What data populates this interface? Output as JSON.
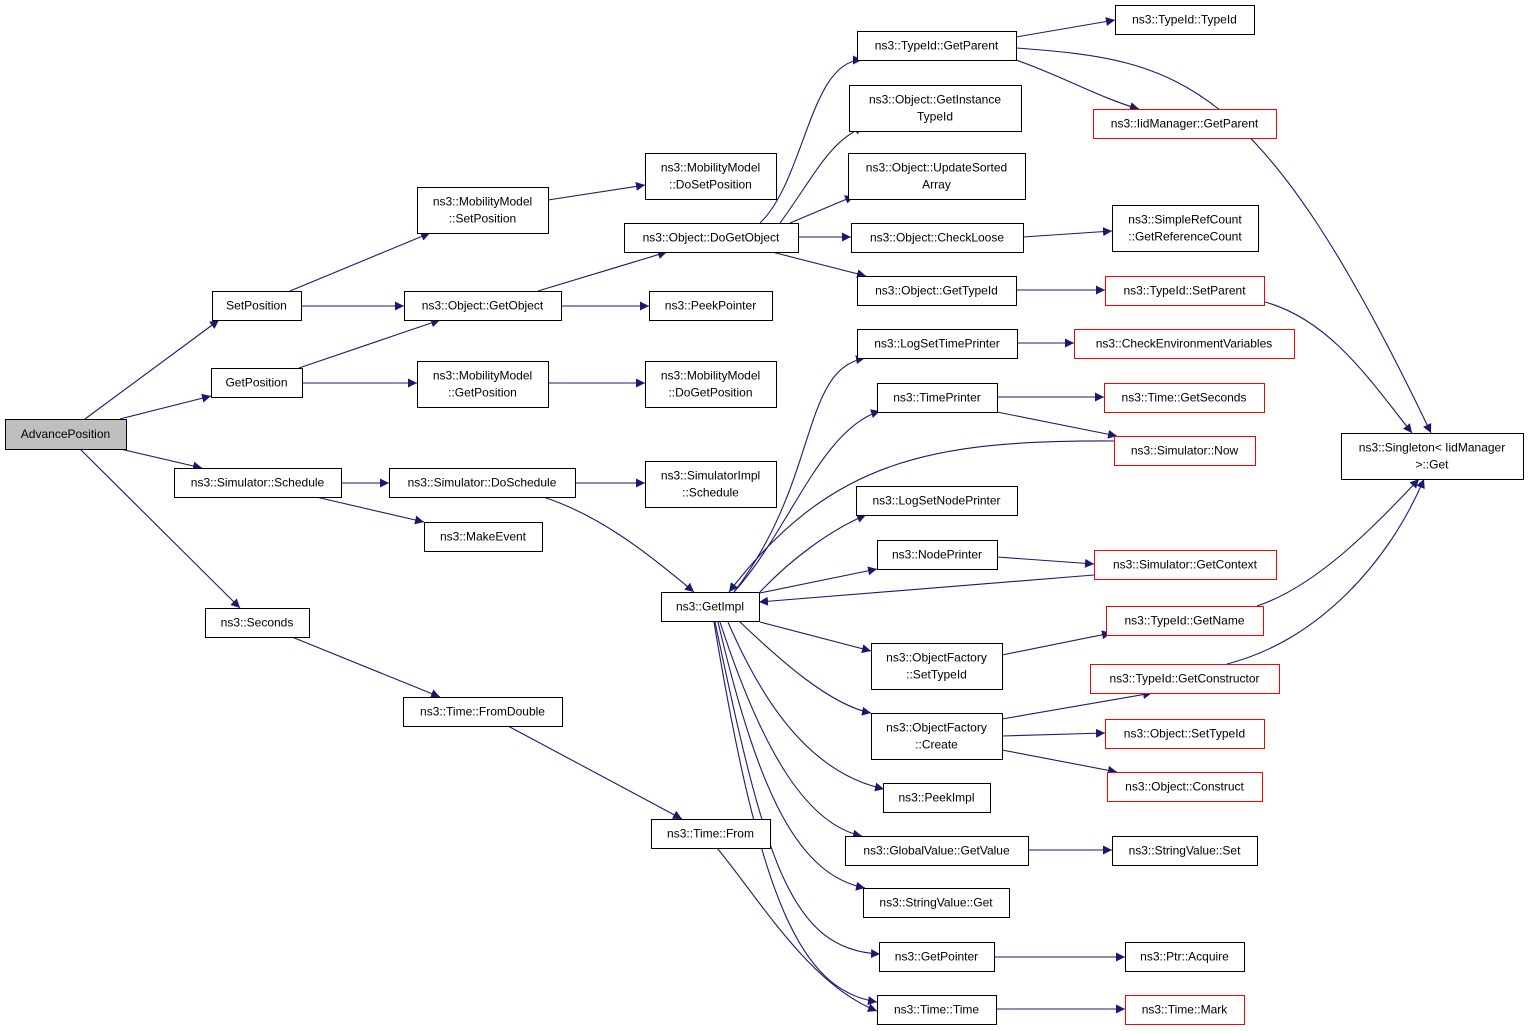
{
  "diagram": {
    "root": "AdvancePosition",
    "colors": {
      "edge": "#191970",
      "node_border": "#000000",
      "node_border_external": "#ff0000",
      "root_fill": "#bfbfbf",
      "node_fill": "#ffffff"
    },
    "nodes": [
      {
        "id": "advance",
        "lines": [
          "AdvancePosition"
        ],
        "kind": "root"
      },
      {
        "id": "setpos",
        "lines": [
          "SetPosition"
        ],
        "kind": "normal"
      },
      {
        "id": "getpos",
        "lines": [
          "GetPosition"
        ],
        "kind": "normal"
      },
      {
        "id": "sched",
        "lines": [
          "ns3::Simulator::Schedule"
        ],
        "kind": "normal"
      },
      {
        "id": "seconds",
        "lines": [
          "ns3::Seconds"
        ],
        "kind": "normal"
      },
      {
        "id": "mm_setpos",
        "lines": [
          "ns3::MobilityModel",
          "::SetPosition"
        ],
        "kind": "normal"
      },
      {
        "id": "obj_getobj",
        "lines": [
          "ns3::Object::GetObject"
        ],
        "kind": "normal"
      },
      {
        "id": "mm_getpos",
        "lines": [
          "ns3::MobilityModel",
          "::GetPosition"
        ],
        "kind": "normal"
      },
      {
        "id": "sim_dosched",
        "lines": [
          "ns3::Simulator::DoSchedule"
        ],
        "kind": "normal"
      },
      {
        "id": "makeevent",
        "lines": [
          "ns3::MakeEvent"
        ],
        "kind": "normal"
      },
      {
        "id": "fromdouble",
        "lines": [
          "ns3::Time::FromDouble"
        ],
        "kind": "normal"
      },
      {
        "id": "mm_dosetpos",
        "lines": [
          "ns3::MobilityModel",
          "::DoSetPosition"
        ],
        "kind": "normal"
      },
      {
        "id": "dogetobj",
        "lines": [
          "ns3::Object::DoGetObject"
        ],
        "kind": "normal"
      },
      {
        "id": "peekptr",
        "lines": [
          "ns3::PeekPointer"
        ],
        "kind": "normal"
      },
      {
        "id": "mm_dogetpos",
        "lines": [
          "ns3::MobilityModel",
          "::DoGetPosition"
        ],
        "kind": "normal"
      },
      {
        "id": "simimpl_sched",
        "lines": [
          "ns3::SimulatorImpl",
          "::Schedule"
        ],
        "kind": "normal"
      },
      {
        "id": "getimpl",
        "lines": [
          "ns3::GetImpl"
        ],
        "kind": "normal"
      },
      {
        "id": "time_from",
        "lines": [
          "ns3::Time::From"
        ],
        "kind": "normal"
      },
      {
        "id": "typeid_getparent",
        "lines": [
          "ns3::TypeId::GetParent"
        ],
        "kind": "normal"
      },
      {
        "id": "obj_getinst",
        "lines": [
          "ns3::Object::GetInstance",
          "TypeId"
        ],
        "kind": "normal"
      },
      {
        "id": "obj_updsorted",
        "lines": [
          "ns3::Object::UpdateSorted",
          "Array"
        ],
        "kind": "normal"
      },
      {
        "id": "obj_checkloose",
        "lines": [
          "ns3::Object::CheckLoose"
        ],
        "kind": "normal"
      },
      {
        "id": "obj_gettypeid",
        "lines": [
          "ns3::Object::GetTypeId"
        ],
        "kind": "normal"
      },
      {
        "id": "logsettime",
        "lines": [
          "ns3::LogSetTimePrinter"
        ],
        "kind": "normal"
      },
      {
        "id": "timeprinter",
        "lines": [
          "ns3::TimePrinter"
        ],
        "kind": "normal"
      },
      {
        "id": "logsetnode",
        "lines": [
          "ns3::LogSetNodePrinter"
        ],
        "kind": "normal"
      },
      {
        "id": "nodeprinter",
        "lines": [
          "ns3::NodePrinter"
        ],
        "kind": "normal"
      },
      {
        "id": "of_settypeid",
        "lines": [
          "ns3::ObjectFactory",
          "::SetTypeId"
        ],
        "kind": "normal"
      },
      {
        "id": "of_create",
        "lines": [
          "ns3::ObjectFactory",
          "::Create"
        ],
        "kind": "normal"
      },
      {
        "id": "peekimpl",
        "lines": [
          "ns3::PeekImpl"
        ],
        "kind": "normal"
      },
      {
        "id": "gv_getvalue",
        "lines": [
          "ns3::GlobalValue::GetValue"
        ],
        "kind": "normal"
      },
      {
        "id": "sv_get",
        "lines": [
          "ns3::StringValue::Get"
        ],
        "kind": "normal"
      },
      {
        "id": "getpointer",
        "lines": [
          "ns3::GetPointer"
        ],
        "kind": "normal"
      },
      {
        "id": "time_time",
        "lines": [
          "ns3::Time::Time"
        ],
        "kind": "normal"
      },
      {
        "id": "typeid_typeid",
        "lines": [
          "ns3::TypeId::TypeId"
        ],
        "kind": "normal"
      },
      {
        "id": "iid_getparent",
        "lines": [
          "ns3::IidManager::GetParent"
        ],
        "kind": "external"
      },
      {
        "id": "srefcount",
        "lines": [
          "ns3::SimpleRefCount",
          "::GetReferenceCount"
        ],
        "kind": "normal"
      },
      {
        "id": "typeid_setparent",
        "lines": [
          "ns3::TypeId::SetParent"
        ],
        "kind": "external"
      },
      {
        "id": "checkenv",
        "lines": [
          "ns3::CheckEnvironmentVariables"
        ],
        "kind": "external"
      },
      {
        "id": "time_getseconds",
        "lines": [
          "ns3::Time::GetSeconds"
        ],
        "kind": "external"
      },
      {
        "id": "sim_now",
        "lines": [
          "ns3::Simulator::Now"
        ],
        "kind": "external"
      },
      {
        "id": "sim_getcontext",
        "lines": [
          "ns3::Simulator::GetContext"
        ],
        "kind": "external"
      },
      {
        "id": "typeid_getname",
        "lines": [
          "ns3::TypeId::GetName"
        ],
        "kind": "external"
      },
      {
        "id": "typeid_getctor",
        "lines": [
          "ns3::TypeId::GetConstructor"
        ],
        "kind": "external"
      },
      {
        "id": "obj_settypeid",
        "lines": [
          "ns3::Object::SetTypeId"
        ],
        "kind": "external"
      },
      {
        "id": "obj_construct",
        "lines": [
          "ns3::Object::Construct"
        ],
        "kind": "external"
      },
      {
        "id": "sv_set",
        "lines": [
          "ns3::StringValue::Set"
        ],
        "kind": "normal"
      },
      {
        "id": "ptr_acquire",
        "lines": [
          "ns3::Ptr::Acquire"
        ],
        "kind": "normal"
      },
      {
        "id": "time_mark",
        "lines": [
          "ns3::Time::Mark"
        ],
        "kind": "external"
      },
      {
        "id": "singleton_get",
        "lines": [
          "ns3::Singleton< IidManager",
          ">::Get"
        ],
        "kind": "normal"
      }
    ],
    "edges": [
      [
        "advance",
        "setpos"
      ],
      [
        "advance",
        "getpos"
      ],
      [
        "advance",
        "sched"
      ],
      [
        "advance",
        "seconds"
      ],
      [
        "setpos",
        "mm_setpos"
      ],
      [
        "setpos",
        "obj_getobj"
      ],
      [
        "getpos",
        "obj_getobj"
      ],
      [
        "getpos",
        "mm_getpos"
      ],
      [
        "sched",
        "sim_dosched"
      ],
      [
        "sched",
        "makeevent"
      ],
      [
        "seconds",
        "fromdouble"
      ],
      [
        "mm_setpos",
        "mm_dosetpos"
      ],
      [
        "obj_getobj",
        "dogetobj"
      ],
      [
        "obj_getobj",
        "peekptr"
      ],
      [
        "mm_getpos",
        "mm_dogetpos"
      ],
      [
        "sim_dosched",
        "simimpl_sched"
      ],
      [
        "sim_dosched",
        "getimpl"
      ],
      [
        "fromdouble",
        "time_from"
      ],
      [
        "time_from",
        "time_time"
      ],
      [
        "dogetobj",
        "typeid_getparent"
      ],
      [
        "dogetobj",
        "obj_getinst"
      ],
      [
        "dogetobj",
        "obj_updsorted"
      ],
      [
        "dogetobj",
        "obj_checkloose"
      ],
      [
        "dogetobj",
        "obj_gettypeid"
      ],
      [
        "typeid_getparent",
        "typeid_typeid"
      ],
      [
        "typeid_getparent",
        "iid_getparent"
      ],
      [
        "typeid_getparent",
        "singleton_get"
      ],
      [
        "obj_checkloose",
        "srefcount"
      ],
      [
        "obj_gettypeid",
        "typeid_setparent"
      ],
      [
        "typeid_setparent",
        "singleton_get"
      ],
      [
        "getimpl",
        "logsettime"
      ],
      [
        "getimpl",
        "timeprinter"
      ],
      [
        "getimpl",
        "logsetnode"
      ],
      [
        "getimpl",
        "nodeprinter"
      ],
      [
        "getimpl",
        "of_settypeid"
      ],
      [
        "getimpl",
        "of_create"
      ],
      [
        "getimpl",
        "peekimpl"
      ],
      [
        "getimpl",
        "gv_getvalue"
      ],
      [
        "getimpl",
        "sv_get"
      ],
      [
        "getimpl",
        "getpointer"
      ],
      [
        "getimpl",
        "time_time"
      ],
      [
        "logsettime",
        "checkenv"
      ],
      [
        "timeprinter",
        "time_getseconds"
      ],
      [
        "timeprinter",
        "sim_now"
      ],
      [
        "sim_now",
        "getimpl"
      ],
      [
        "nodeprinter",
        "sim_getcontext"
      ],
      [
        "sim_getcontext",
        "getimpl"
      ],
      [
        "of_settypeid",
        "typeid_getname"
      ],
      [
        "typeid_getname",
        "singleton_get"
      ],
      [
        "of_create",
        "typeid_getctor"
      ],
      [
        "of_create",
        "obj_settypeid"
      ],
      [
        "of_create",
        "obj_construct"
      ],
      [
        "typeid_getctor",
        "singleton_get"
      ],
      [
        "gv_getvalue",
        "sv_set"
      ],
      [
        "getpointer",
        "ptr_acquire"
      ],
      [
        "time_time",
        "time_mark"
      ]
    ]
  }
}
